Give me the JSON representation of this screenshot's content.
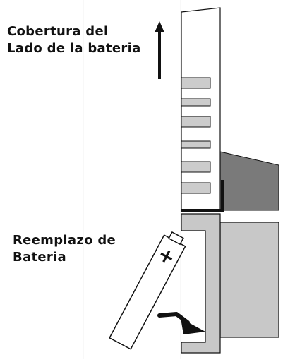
{
  "labels": {
    "cover_line1": "Cobertura del",
    "cover_line2": "Lado de la bateria",
    "battery_line1": "Reemplazo de",
    "battery_line2": "Bateria"
  },
  "battery": {
    "polarity_symbol": "+"
  },
  "colors": {
    "outline": "#111111",
    "slot_fill": "#cccccc",
    "light_gray": "#c8c8c8",
    "dark_gray": "#7a7a7a",
    "background": "#ffffff"
  }
}
